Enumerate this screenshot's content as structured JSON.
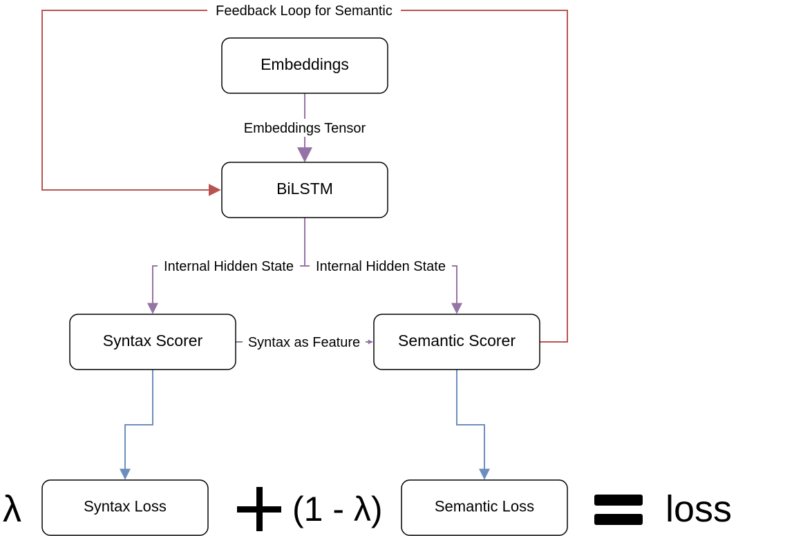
{
  "nodes": {
    "embeddings": "Embeddings",
    "bilstm": "BiLSTM",
    "syntax_scorer": "Syntax Scorer",
    "semantic_scorer": "Semantic Scorer",
    "syntax_loss": "Syntax Loss",
    "semantic_loss": "Semantic Loss"
  },
  "edges": {
    "feedback": "Feedback Loop for Semantic",
    "embeddings_tensor": "Embeddings Tensor",
    "hidden_left": "Internal Hidden State",
    "hidden_right": "Internal Hidden State",
    "syntax_feature": "Syntax as Feature"
  },
  "formula": {
    "lambda": "λ",
    "one_minus_lambda": "(1 - λ)",
    "result": "loss"
  },
  "colors": {
    "purple": "#9673a6",
    "red": "#b85450",
    "blue": "#6c8ebf"
  }
}
